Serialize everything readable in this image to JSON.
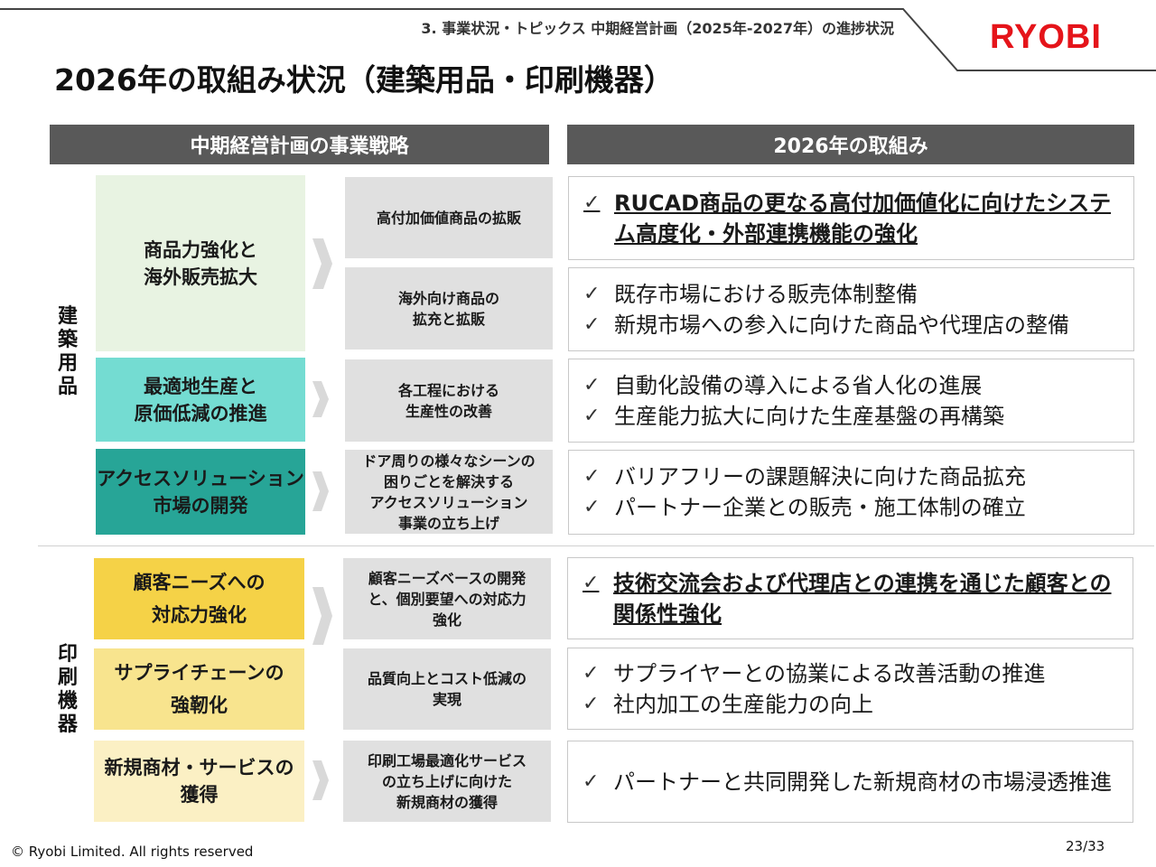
{
  "header": {
    "breadcrumb": "3. 事業状況・トピックス 中期経営計画（2025年-2027年）の進捗状況",
    "logo_text": "RYOBI",
    "logo_color": "#e5141a",
    "title": "2026年の取組み状況（建築用品・印刷機器）"
  },
  "columns": {
    "left_header": "中期経営計画の事業戦略",
    "right_header": "2026年の取組み"
  },
  "segments": [
    {
      "label": "建\n築\n用\n品",
      "strategies": [
        {
          "name": "商品力強化と\n海外販売拡大",
          "color": "#e8f3e2",
          "rows": [
            {
              "sub": "高付加価値商品の拡販",
              "items": [
                {
                  "text": "RUCAD商品の更なる高付加価値化に向けたシステム高度化・外部連携機能の強化",
                  "emphasis": true
                }
              ]
            },
            {
              "sub": "海外向け商品の\n拡充と拡販",
              "items": [
                {
                  "text": "既存市場における販売体制整備",
                  "emphasis": false
                },
                {
                  "text": "新規市場への参入に向けた商品や代理店の整備",
                  "emphasis": false
                }
              ]
            }
          ]
        },
        {
          "name": "最適地生産と\n原価低減の推進",
          "color": "#74dcd2",
          "rows": [
            {
              "sub": "各工程における\n生産性の改善",
              "items": [
                {
                  "text": "自動化設備の導入による省人化の進展",
                  "emphasis": false
                },
                {
                  "text": "生産能力拡大に向けた生産基盤の再構築",
                  "emphasis": false
                }
              ]
            }
          ]
        },
        {
          "name": "アクセスソリューション\n市場の開発",
          "color": "#27a597",
          "rows": [
            {
              "sub": "ドア周りの様々なシーンの\n困りごとを解決する\nアクセスソリューション\n事業の立ち上げ",
              "items": [
                {
                  "text": "バリアフリーの課題解決に向けた商品拡充",
                  "emphasis": false
                },
                {
                  "text": "パートナー企業との販売・施工体制の確立",
                  "emphasis": false
                }
              ]
            }
          ]
        }
      ]
    },
    {
      "label": "印\n刷\n機\n器",
      "strategies": [
        {
          "name": "顧客ニーズへの\n対応力強化",
          "color": "#f5d247",
          "rows": [
            {
              "sub": "顧客ニーズベースの開発\nと、個別要望への対応力\n強化",
              "items": [
                {
                  "text": "技術交流会および代理店との連携を通じた顧客との関係性強化",
                  "emphasis": true
                }
              ]
            }
          ]
        },
        {
          "name": "サプライチェーンの\n強靭化",
          "color": "#f8e48e",
          "rows": [
            {
              "sub": "品質向上とコスト低減の\n実現",
              "items": [
                {
                  "text": "サプライヤーとの協業による改善活動の推進",
                  "emphasis": false
                },
                {
                  "text": "社内加工の生産能力の向上",
                  "emphasis": false
                }
              ]
            }
          ]
        },
        {
          "name": "新規商材・サービスの\n獲得",
          "color": "#fbf0c4",
          "rows": [
            {
              "sub": "印刷工場最適化サービス\nの立ち上げに向けた\n新規商材の獲得",
              "items": [
                {
                  "text": "パートナーと共同開発した新規商材の市場浸透推進",
                  "emphasis": false
                }
              ]
            }
          ]
        }
      ]
    }
  ],
  "check_icon": "✓",
  "footer": {
    "copyright": "© Ryobi Limited. All rights reserved",
    "page": "23/33"
  }
}
